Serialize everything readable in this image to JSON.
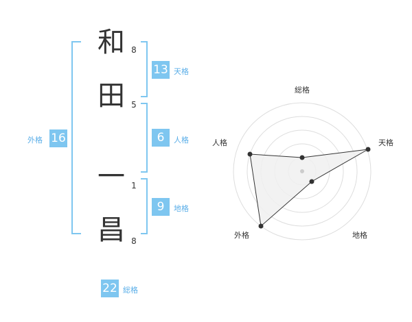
{
  "name": {
    "chars": [
      {
        "char": "和",
        "strokes": "8"
      },
      {
        "char": "田",
        "strokes": "5"
      },
      {
        "char": "一",
        "strokes": "1"
      },
      {
        "char": "昌",
        "strokes": "8"
      }
    ]
  },
  "fortune": {
    "tenkaku": {
      "value": "13",
      "label": "天格"
    },
    "jinkaku": {
      "value": "6",
      "label": "人格"
    },
    "chikaku": {
      "value": "9",
      "label": "地格"
    },
    "gaikaku": {
      "value": "16",
      "label": "外格"
    },
    "soukaku": {
      "value": "22",
      "label": "総格"
    }
  },
  "radar": {
    "labels": {
      "top": "総格",
      "right": "天格",
      "lower_right": "地格",
      "lower_left": "外格",
      "left": "人格"
    },
    "colors": {
      "fill": "#f0f0f0",
      "stroke": "#333333",
      "grid": "#dddddd",
      "accent": "#7ec6f0"
    }
  }
}
